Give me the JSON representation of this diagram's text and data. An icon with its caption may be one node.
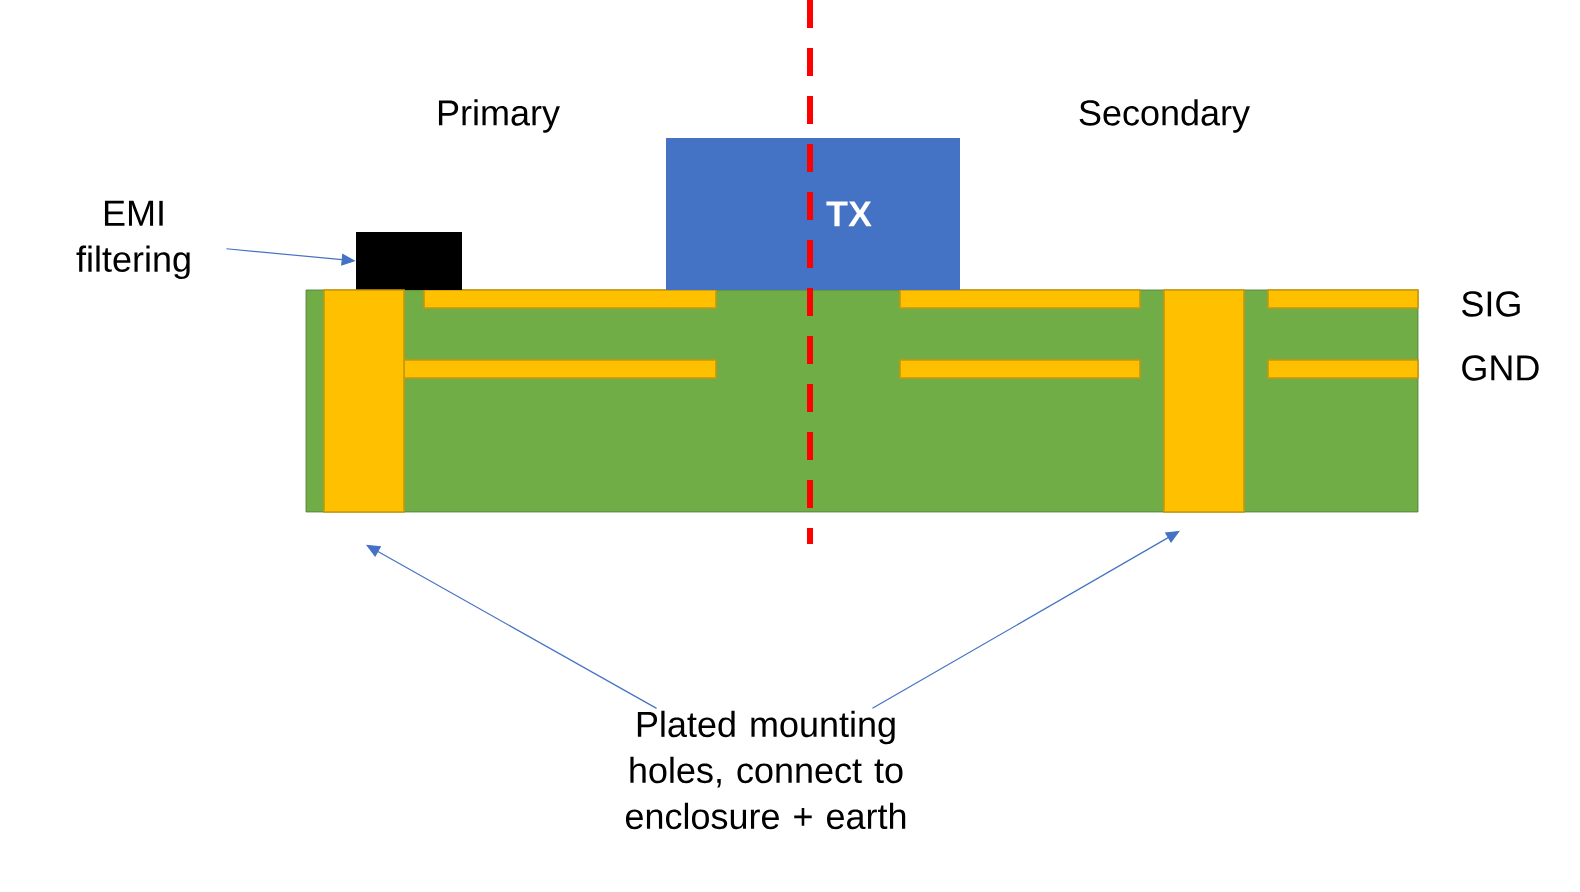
{
  "diagram": {
    "nodes": [
      {
        "text": [
          "EMI filtering"
        ]
      },
      {
        "text": [],
        "shape": "box"
      },
      {
        "text": [
          "TX"
        ]
      },
      {
        "text": [],
        "shape": "bar"
      },
      {
        "text": [],
        "shape": "bar"
      },
      {
        "text": [
          "Plated mounting holes, connect to enclosure + earth"
        ]
      }
    ],
    "edges": [
      {
        "from": 0,
        "to": 1,
        "arrow": "to"
      },
      {
        "from": 5,
        "to": 3,
        "arrow": "to"
      },
      {
        "from": 5,
        "to": 4,
        "arrow": "to"
      }
    ],
    "labels": [
      "Primary",
      "Secondary",
      "SIG",
      "GND"
    ]
  }
}
